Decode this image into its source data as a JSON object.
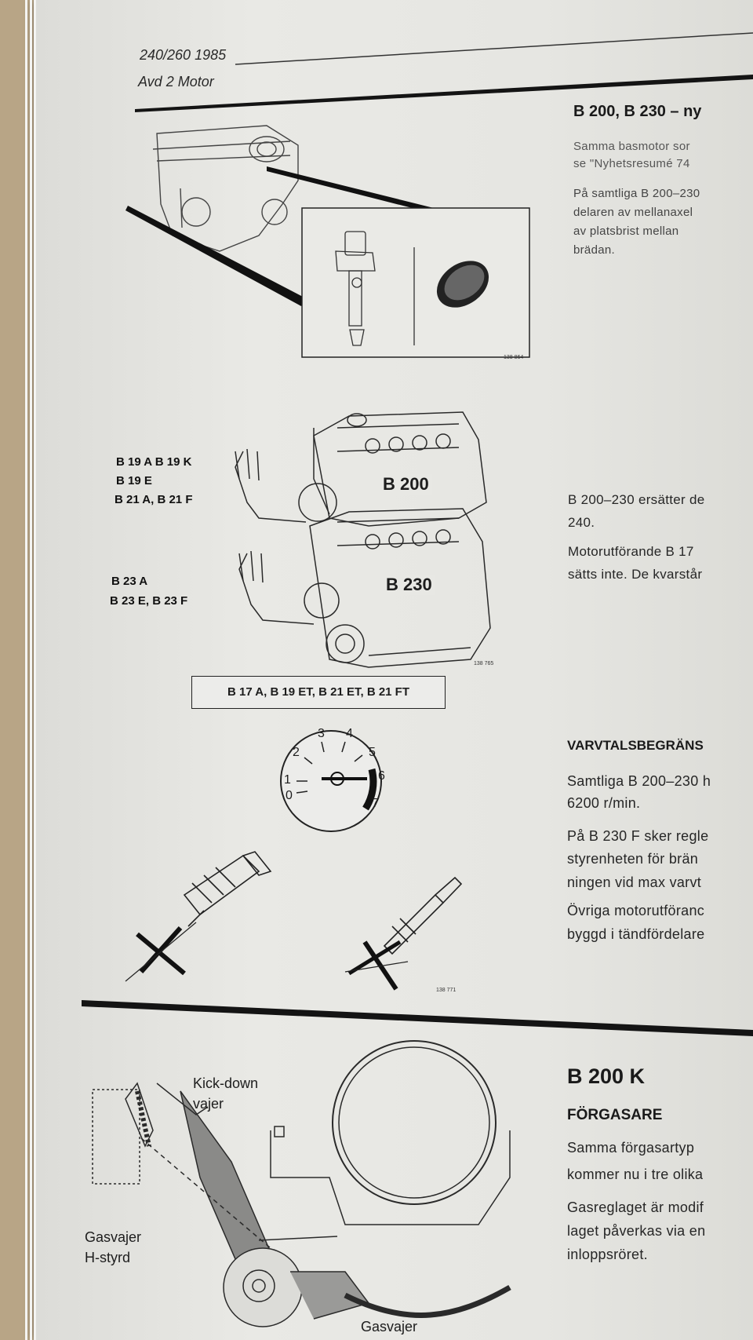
{
  "header": {
    "model": "240/260 1985",
    "section": "Avd 2 Motor"
  },
  "section1": {
    "title": "B 200, B 230 – ny",
    "line1": "Samma basmotor sor",
    "line2": "se \"Nyhetsresumé 74",
    "line3": "På samtliga B 200–230",
    "line4": "delaren av mellanaxel",
    "line5": "av platsbrist mellan",
    "line6": "brädan.",
    "fig_number": "138 864"
  },
  "section2": {
    "old_engines_1": [
      "B 19 A  B 19 K",
      "B 19 E",
      "B 21 A, B 21 F"
    ],
    "old_engines_2": [
      "B 23 A",
      "B 23 E, B 23 F"
    ],
    "engine_label_1": "B 200",
    "engine_label_2": "B 230",
    "fig_number": "138 765",
    "kept_engines": "B 17 A, B 19 ET, B 21 ET, B 21 FT",
    "text1a": "B 200–230 ersätter de",
    "text1b": "240.",
    "text2a": "Motorutförande   B 17",
    "text2b": "sätts inte. De kvarstår"
  },
  "section3": {
    "title": "VARVTALSBEGRÄNS",
    "p1a": "Samtliga B 200–230  h",
    "p1b": "6200 r/min.",
    "p2a": "På  B 230 F  sker  regle",
    "p2b": "styrenheten  för  brän",
    "p2c": "ningen vid max varvt",
    "p3a": "Övriga motorutföranc",
    "p3b": "byggd i tändfördelare",
    "gauge_ticks": [
      "0",
      "1",
      "2",
      "3",
      "4",
      "5",
      "6",
      "7"
    ],
    "fig_number": "138 771"
  },
  "section4": {
    "title": "B 200 K",
    "subtitle": "FÖRGASARE",
    "p1a": "Samma  förgasartyp",
    "p1b": "kommer nu i tre olika",
    "p2a": "Gasreglaget är modif",
    "p2b": "laget påverkas via en",
    "p2c": "inloppsröret.",
    "label_kickdown_1": "Kick-down",
    "label_kickdown_2": "vajer",
    "label_gas_h_1": "Gasvajer",
    "label_gas_h_2": "H-styrd",
    "label_gas": "Gasvajer"
  }
}
